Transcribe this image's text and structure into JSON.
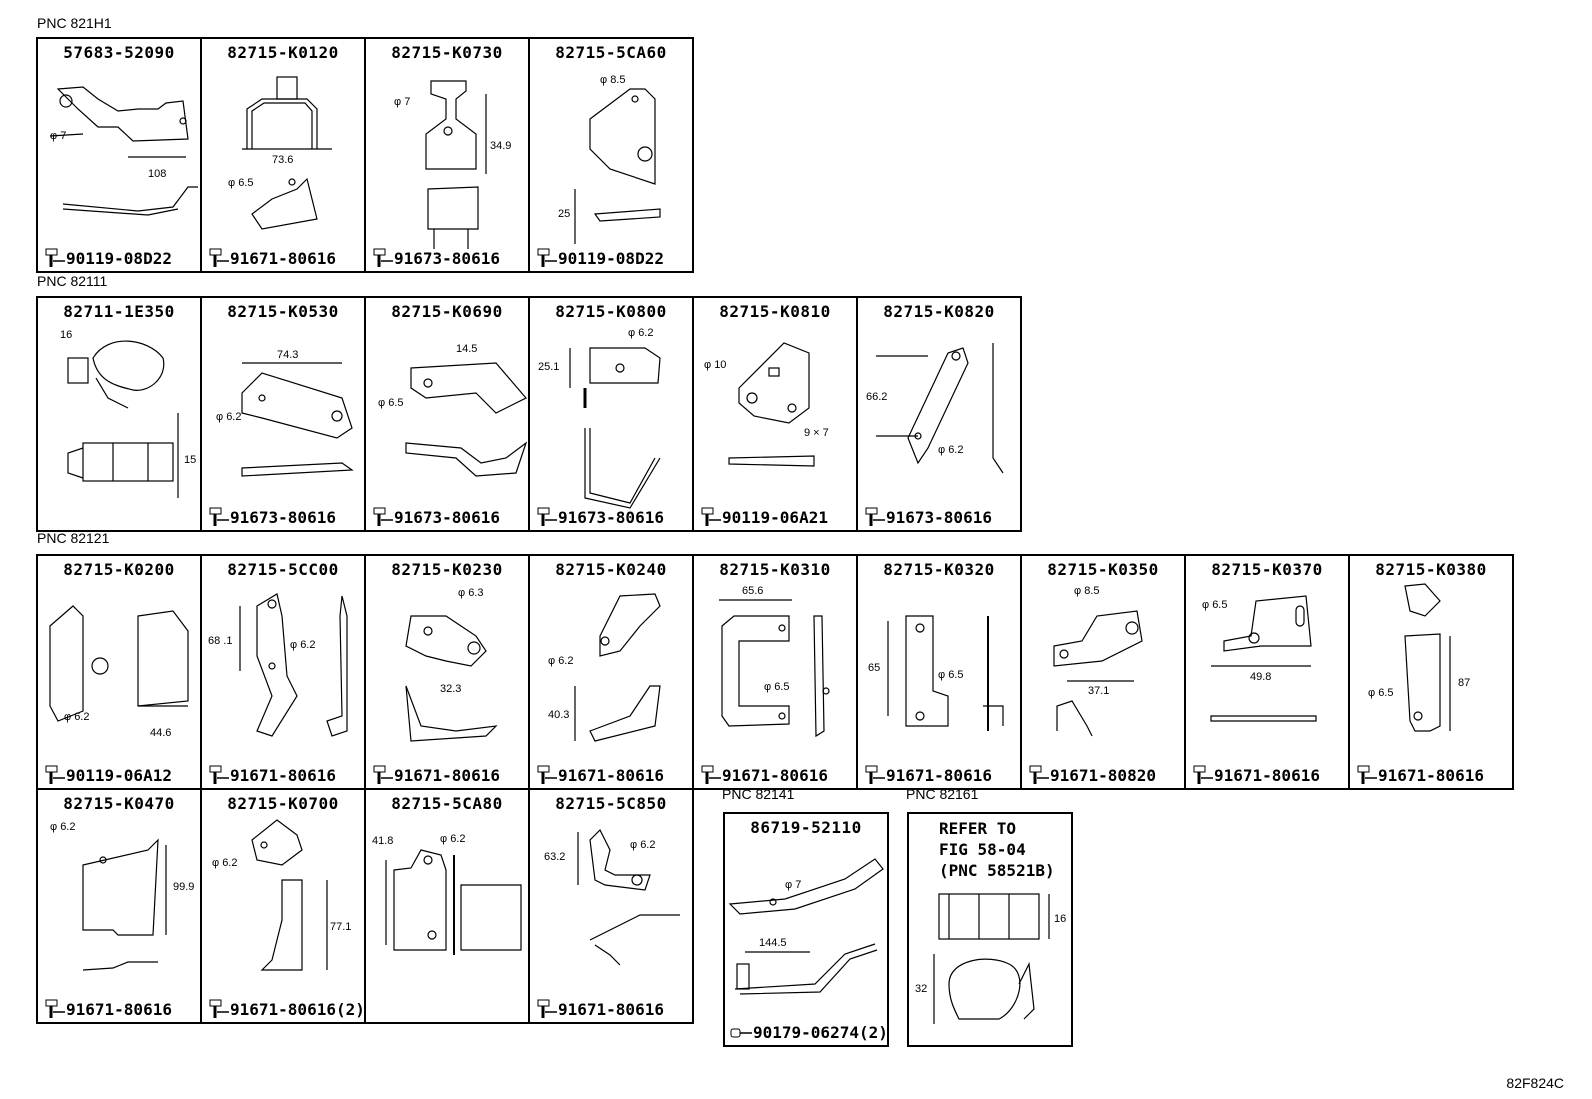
{
  "pnc_labels": {
    "g1": "PNC 821H1",
    "g2": "PNC 82111",
    "g3": "PNC 82121",
    "g4": "PNC 82141",
    "g5": "PNC 82161"
  },
  "cells": [
    {
      "part": "57683-52090",
      "bolt": "90119-08D22"
    },
    {
      "part": "82715-K0120",
      "bolt": "91671-80616"
    },
    {
      "part": "82715-K0730",
      "bolt": "91673-80616"
    },
    {
      "part": "82715-5CA60",
      "bolt": "90119-08D22"
    },
    {
      "part": "82711-1E350",
      "bolt": ""
    },
    {
      "part": "82715-K0530",
      "bolt": "91673-80616"
    },
    {
      "part": "82715-K0690",
      "bolt": "91673-80616"
    },
    {
      "part": "82715-K0800",
      "bolt": "91673-80616"
    },
    {
      "part": "82715-K0810",
      "bolt": "90119-06A21"
    },
    {
      "part": "82715-K0820",
      "bolt": "91673-80616"
    },
    {
      "part": "82715-K0200",
      "bolt": "90119-06A12"
    },
    {
      "part": "82715-5CC00",
      "bolt": "91671-80616"
    },
    {
      "part": "82715-K0230",
      "bolt": "91671-80616"
    },
    {
      "part": "82715-K0240",
      "bolt": "91671-80616"
    },
    {
      "part": "82715-K0310",
      "bolt": "91671-80616"
    },
    {
      "part": "82715-K0320",
      "bolt": "91671-80616"
    },
    {
      "part": "82715-K0350",
      "bolt": "91671-80820"
    },
    {
      "part": "82715-K0370",
      "bolt": "91671-80616"
    },
    {
      "part": "82715-K0380",
      "bolt": "91671-80616"
    },
    {
      "part": "82715-K0470",
      "bolt": "91671-80616"
    },
    {
      "part": "82715-K0700",
      "bolt": "91671-80616(2)"
    },
    {
      "part": "82715-5CA80",
      "bolt": ""
    },
    {
      "part": "82715-5C850",
      "bolt": "91671-80616"
    },
    {
      "part": "86719-52110",
      "bolt": "90179-06274(2)"
    }
  ],
  "refer_cell": {
    "text": "REFER TO\nFIG 58-04\n(PNC 58521B)"
  },
  "dims": {
    "d0a": "φ 7",
    "d0b": "108",
    "d1a": "73.6",
    "d1b": "φ 6.5",
    "d2a": "φ 7",
    "d2b": "34.9",
    "d3a": "φ 8.5",
    "d3b": "25",
    "d4a": "16",
    "d4b": "15",
    "d5a": "74.3",
    "d5b": "φ 6.2",
    "d6a": "14.5",
    "d6b": "φ 6.5",
    "d7a": "25.1",
    "d7b": "φ 6.2",
    "d8a": "φ 10",
    "d8b": "9 × 7",
    "d9a": "66.2",
    "d9b": "φ 6.2",
    "d10a": "φ 6.2",
    "d10b": "44.6",
    "d11a": "68 .1",
    "d11b": "φ 6.2",
    "d12a": "φ 6.3",
    "d12b": "32.3",
    "d13a": "φ 6.2",
    "d13b": "40.3",
    "d14a": "65.6",
    "d14b": "φ 6.5",
    "d15a": "65",
    "d15b": "φ 6.5",
    "d16a": "φ 8.5",
    "d16b": "37.1",
    "d17a": "φ 6.5",
    "d17b": "49.8",
    "d18a": "φ 6.5",
    "d18b": "87",
    "d19a": "φ 6.2",
    "d19b": "99.9",
    "d20a": "φ 6.2",
    "d20b": "77.1",
    "d21a": "41.8",
    "d21b": "φ 6.2",
    "d22a": "63.2",
    "d22b": "φ 6.2",
    "d23a": "φ 7",
    "d23b": "144.5",
    "d24a": "16",
    "d24b": "32"
  },
  "figure_code": "82F824C"
}
